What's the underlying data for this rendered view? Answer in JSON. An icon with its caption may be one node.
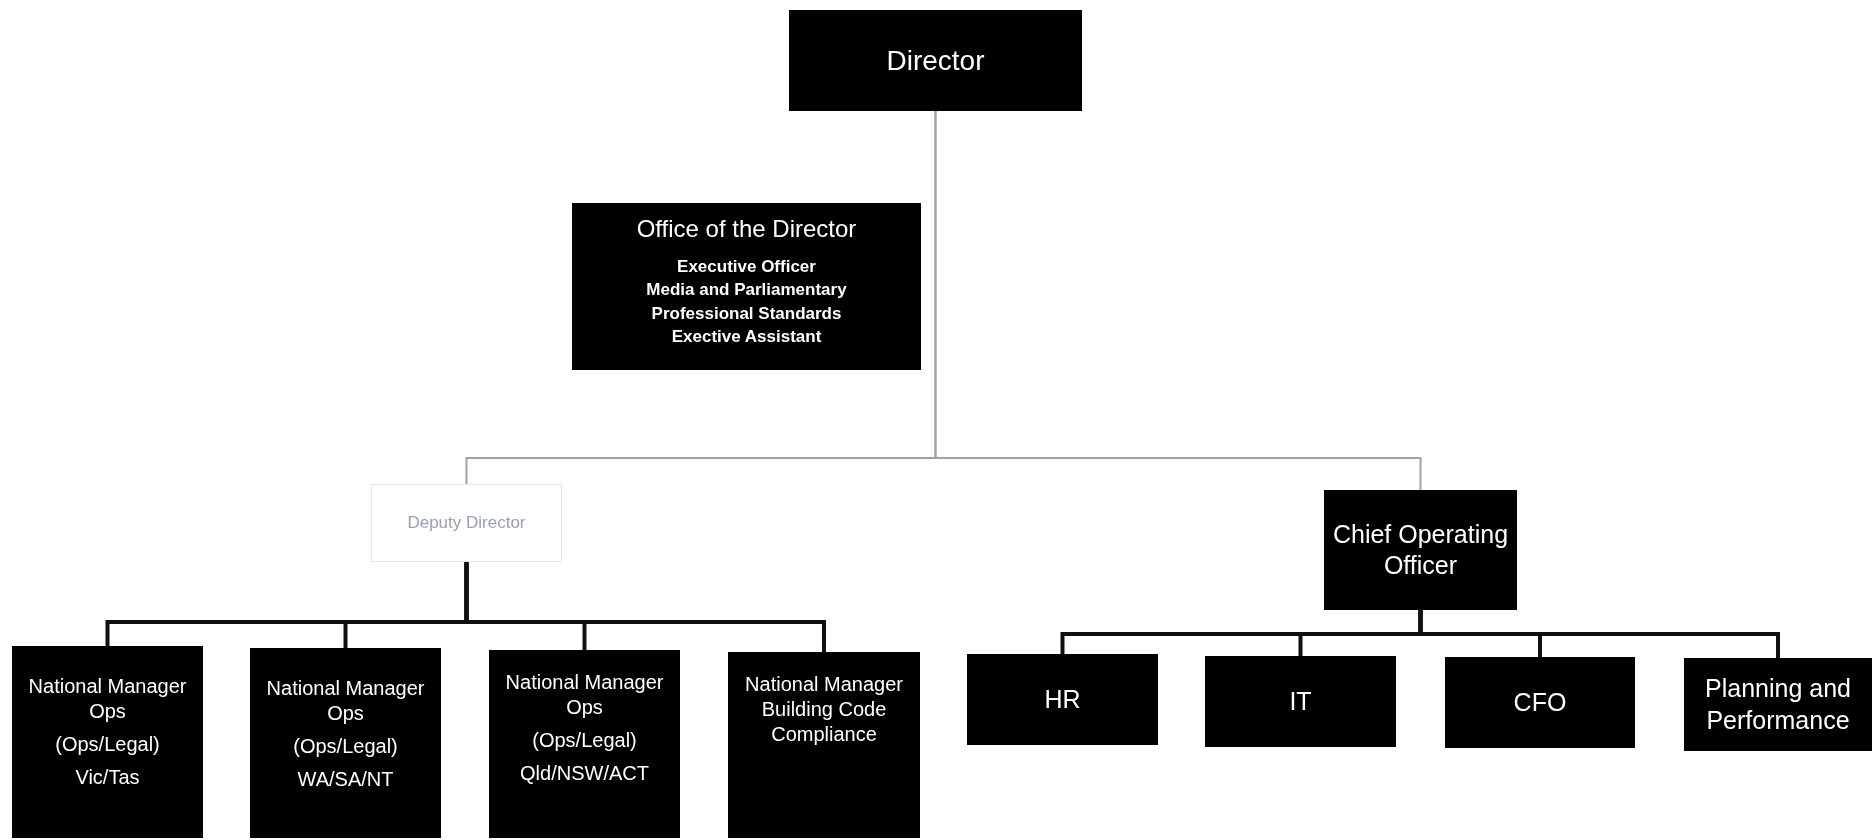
{
  "diagram": {
    "nodes": [
      {
        "text": [
          "Director"
        ]
      },
      {
        "text": [
          "Office of the Director",
          "Executive Officer",
          "Media and Parliamentary",
          "Professional Standards",
          "Exective Assistant"
        ]
      },
      {
        "text": [
          "Deputy Director"
        ]
      },
      {
        "text": [
          "Chief Operating Officer"
        ]
      },
      {
        "text": [
          "National Manager Ops",
          "(Ops/Legal)",
          "Vic/Tas"
        ]
      },
      {
        "text": [
          "National Manager Ops",
          "(Ops/Legal)",
          "WA/SA/NT"
        ]
      },
      {
        "text": [
          "National Manager Ops",
          "(Ops/Legal)",
          "Qld/NSW/ACT"
        ]
      },
      {
        "text": [
          "National Manager Building Code Compliance"
        ]
      },
      {
        "text": [
          "HR"
        ]
      },
      {
        "text": [
          "IT"
        ]
      },
      {
        "text": [
          "CFO"
        ]
      },
      {
        "text": [
          "Planning and Performance"
        ]
      }
    ],
    "edges": [
      {
        "from": 0,
        "to": 2,
        "arrow": "none",
        "color": "#9ca3af"
      },
      {
        "from": 0,
        "to": 3,
        "arrow": "none",
        "color": "#9ca3af"
      },
      {
        "from": 2,
        "to": 4,
        "arrow": "none"
      },
      {
        "from": 2,
        "to": 5,
        "arrow": "none"
      },
      {
        "from": 2,
        "to": 6,
        "arrow": "none"
      },
      {
        "from": 2,
        "to": 7,
        "arrow": "none"
      },
      {
        "from": 3,
        "to": 8,
        "arrow": "none"
      },
      {
        "from": 3,
        "to": 9,
        "arrow": "none"
      },
      {
        "from": 3,
        "to": 10,
        "arrow": "none"
      },
      {
        "from": 3,
        "to": 11,
        "arrow": "none"
      }
    ]
  }
}
